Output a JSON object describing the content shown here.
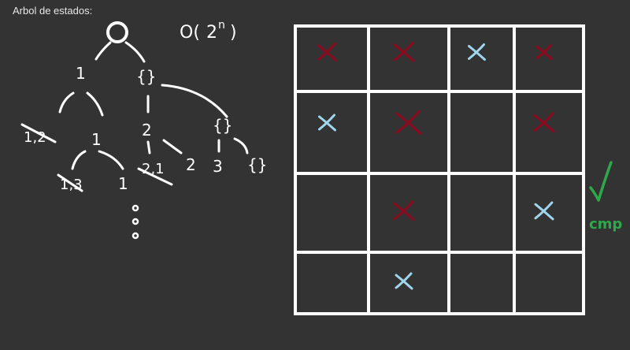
{
  "title": "Arbol de estados:",
  "complexity": {
    "label": "O(",
    "exponent_base": "2",
    "exponent": "n",
    "close": ")"
  },
  "tree": {
    "branch_left": "1",
    "branch_right": "{}",
    "level2": [
      "1,2",
      "1",
      "2",
      "{}"
    ],
    "level3": [
      "1,3",
      "1",
      "2,1",
      "2",
      "3",
      "{}"
    ],
    "ellipsis": "⋮"
  },
  "grid": {
    "rows": 4,
    "cols": 4,
    "cells": [
      [
        "red",
        "red",
        "blue",
        "red"
      ],
      [
        "blue",
        "red",
        "",
        "red"
      ],
      [
        "",
        "red",
        "",
        "blue"
      ],
      [
        "",
        "blue",
        "",
        ""
      ]
    ]
  },
  "check_label": "cmp",
  "colors": {
    "background": "#333333",
    "ink": "#ffffff",
    "red": "#8b0a1e",
    "blue": "#9fd6ec",
    "green": "#2ea84a"
  }
}
